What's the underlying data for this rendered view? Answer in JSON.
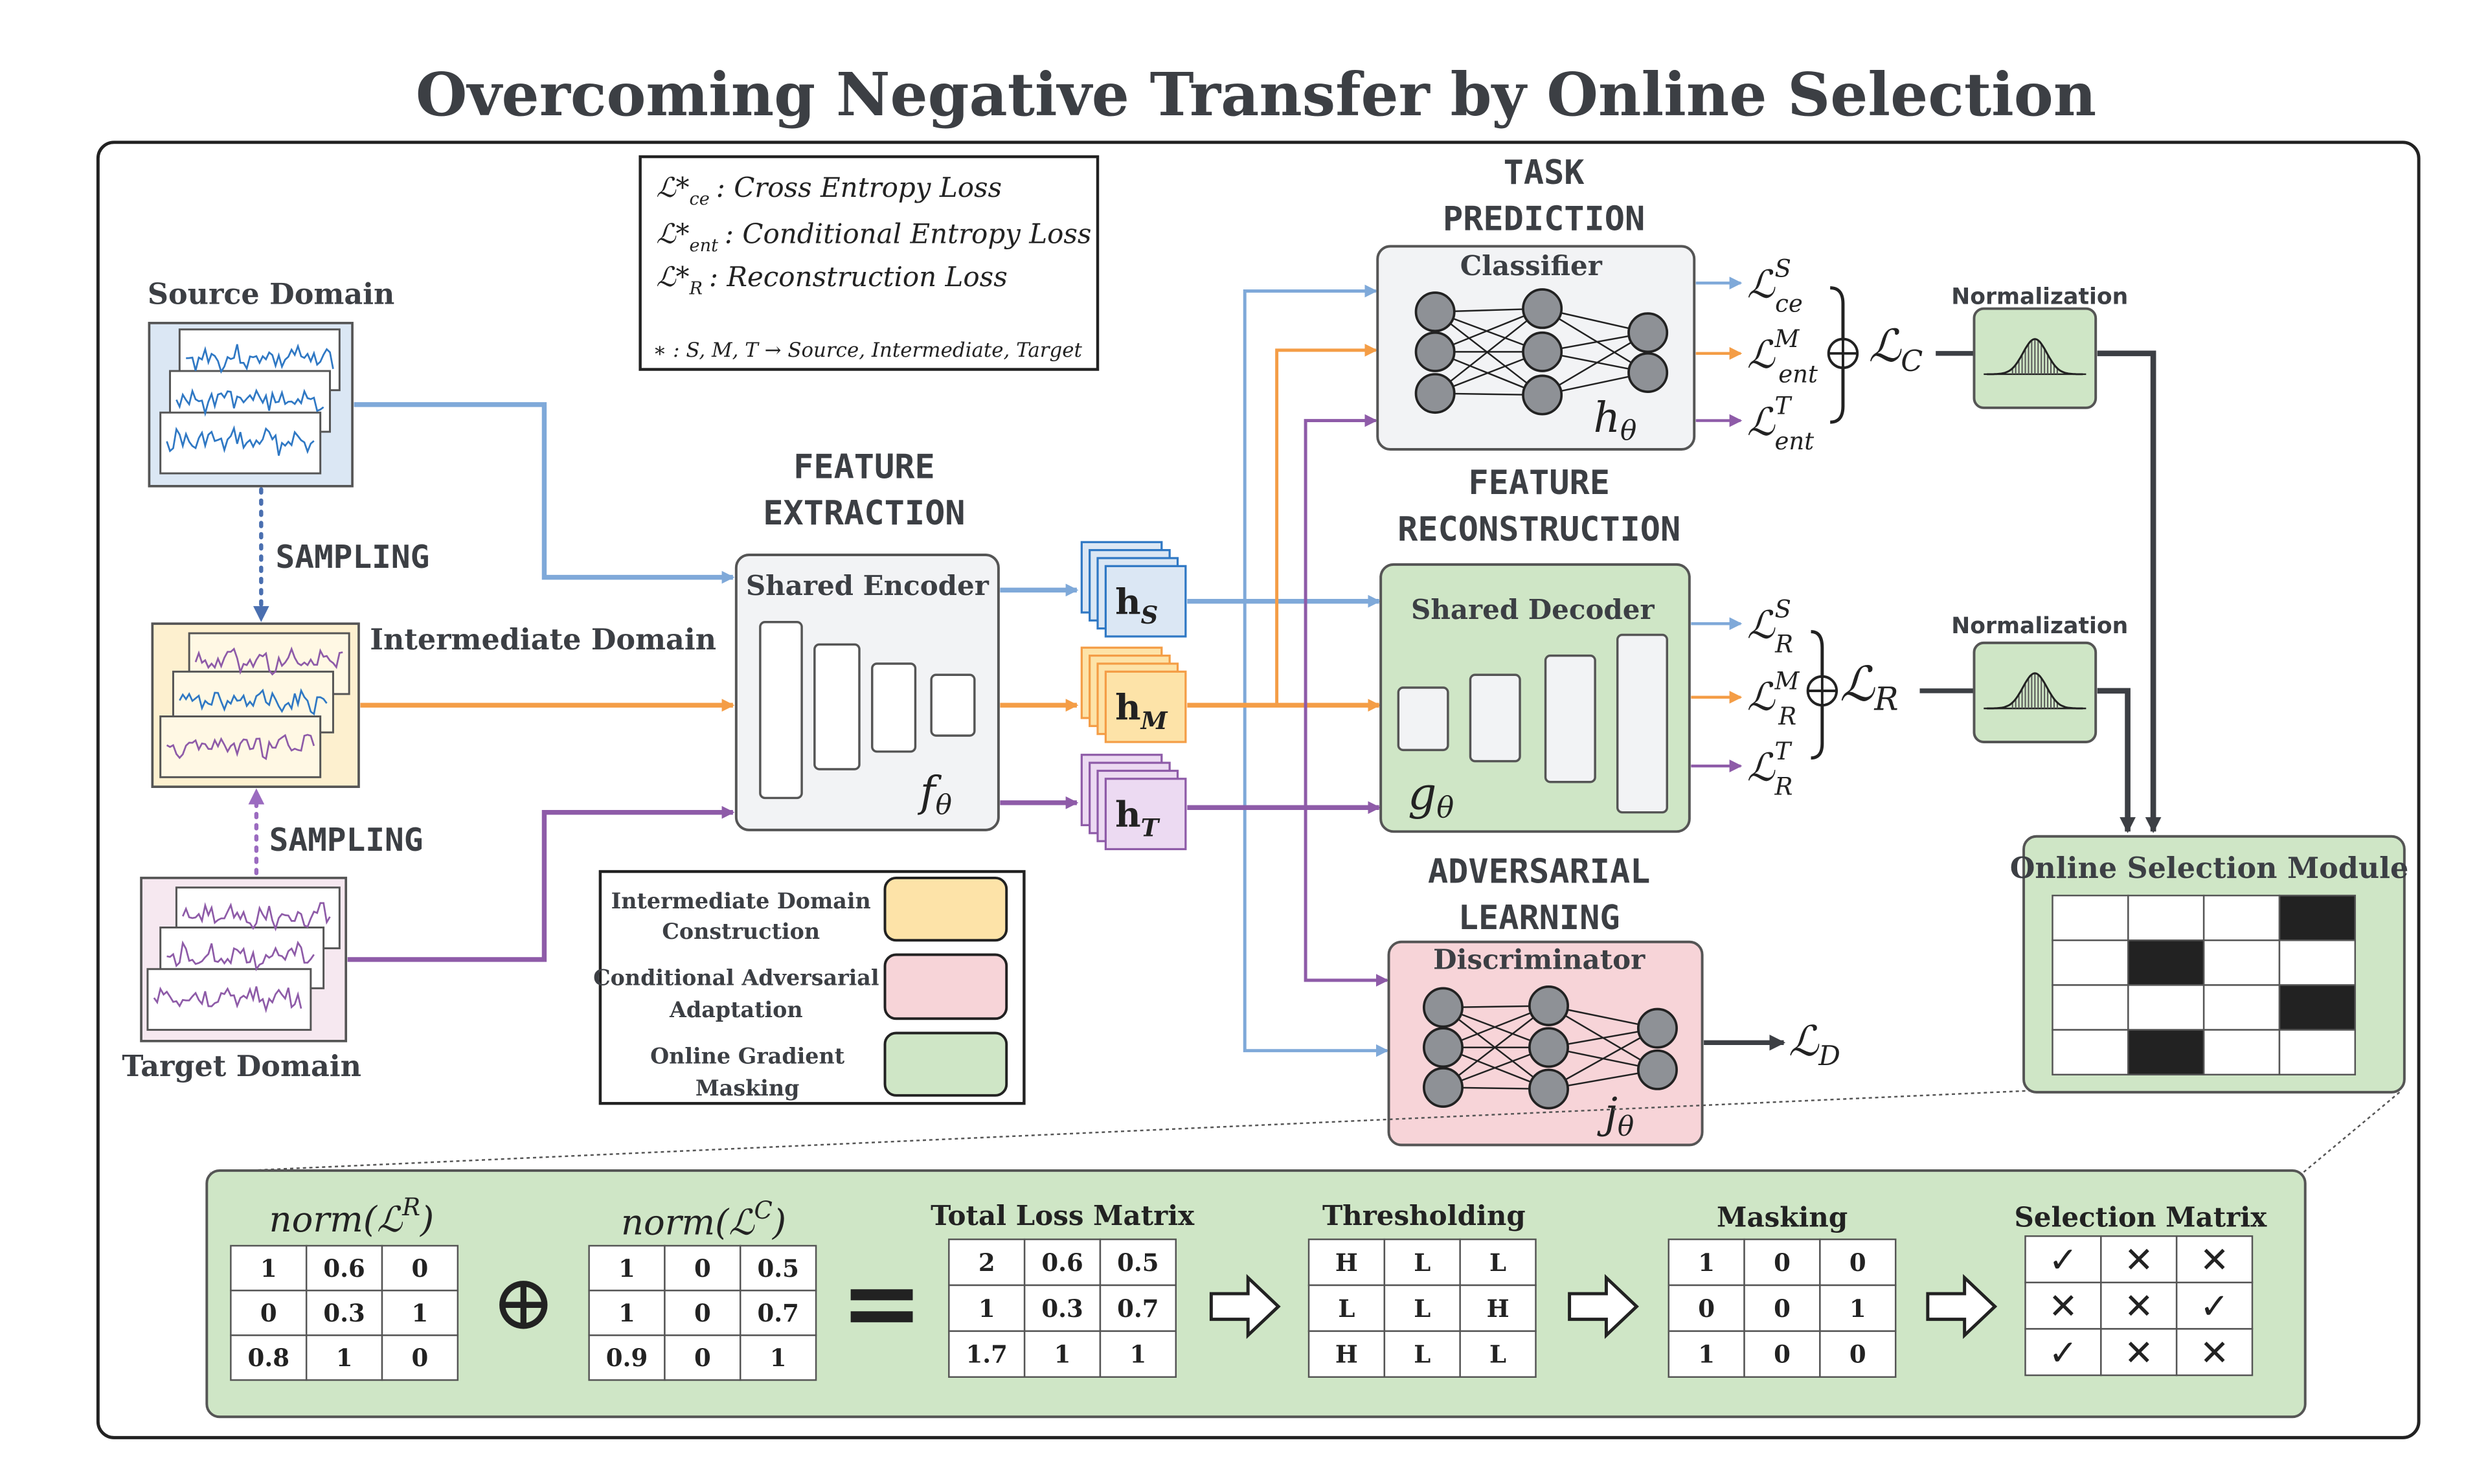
{
  "title": "Overcoming Negative Transfer by Online Selection",
  "colors": {
    "source_blue": "#7fa9d9",
    "intermediate_orange": "#f49d46",
    "target_purple": "#8e5ba8",
    "green_fill": "#cfe6c6",
    "pink_fill": "#f7d4d8",
    "yellow_fill": "#fde3a8",
    "panel_grey": "#f2f3f5",
    "dark": "#3c3f44"
  },
  "legend_losses": {
    "ce_symbol": "ℒ*",
    "ce_sub": "ce",
    "ce_text": ": Cross Entropy Loss",
    "ent_symbol": "ℒ*",
    "ent_sub": "ent",
    "ent_text": ": Conditional Entropy Loss",
    "r_symbol": "ℒ*",
    "r_sub": "R",
    "r_text": ": Reconstruction Loss",
    "footnote": "∗ : S, M, T → Source, Intermediate, Target"
  },
  "domains": {
    "source": "Source Domain",
    "intermediate": "Intermediate Domain",
    "target": "Target Domain",
    "sampling_top": "SAMPLING",
    "sampling_bottom": "SAMPLING"
  },
  "feature_extraction": {
    "header_line1": "FEATURE",
    "header_line2": "EXTRACTION",
    "encoder_label": "Shared Encoder",
    "encoder_fn": "f",
    "encoder_fn_sub": "θ"
  },
  "features": {
    "hs": "h",
    "hs_sub": "S",
    "hm": "h",
    "hm_sub": "M",
    "ht": "h",
    "ht_sub": "T"
  },
  "task_prediction": {
    "header_line1": "TASK",
    "header_line2": "PREDICTION",
    "label": "Classifier",
    "fn": "h",
    "fn_sub": "θ",
    "loss_ce": "ℒ",
    "loss_ce_sup": "S",
    "loss_ce_sub": "ce",
    "loss_ent_m": "ℒ",
    "loss_ent_m_sup": "M",
    "loss_ent_m_sub": "ent",
    "loss_ent_t": "ℒ",
    "loss_ent_t_sup": "T",
    "loss_ent_t_sub": "ent",
    "combined": "ℒ",
    "combined_sub": "C"
  },
  "feature_reconstruction": {
    "header_line1": "FEATURE",
    "header_line2": "RECONSTRUCTION",
    "label": "Shared Decoder",
    "fn": "g",
    "fn_sub": "θ",
    "loss_s": "ℒ",
    "loss_s_sup": "S",
    "loss_s_sub": "R",
    "loss_m": "ℒ",
    "loss_m_sup": "M",
    "loss_m_sub": "R",
    "loss_t": "ℒ",
    "loss_t_sup": "T",
    "loss_t_sub": "R",
    "combined": "ℒ",
    "combined_sub": "R"
  },
  "adversarial": {
    "header_line1": "ADVERSARIAL",
    "header_line2": "LEARNING",
    "label": "Discriminator",
    "fn": "j",
    "fn_sub": "θ",
    "loss": "ℒ",
    "loss_sub": "D"
  },
  "normalization_top": "Normalization",
  "normalization_bottom": "Normalization",
  "online_selection_title": "Online Selection Module",
  "selection_grid": [
    [
      0,
      0,
      0,
      1
    ],
    [
      0,
      1,
      0,
      0
    ],
    [
      0,
      0,
      0,
      1
    ],
    [
      0,
      1,
      0,
      0
    ]
  ],
  "color_legend": [
    {
      "line1": "Intermediate Domain",
      "line2": "Construction",
      "color": "#fde3a8"
    },
    {
      "line1": "Conditional Adversarial",
      "line2": "Adaptation",
      "color": "#f7d4d8"
    },
    {
      "line1": "Online  Gradient",
      "line2": "Masking",
      "color": "#cfe6c6"
    }
  ],
  "bottom": {
    "norm_r_label": "norm(ℒ",
    "norm_r_sup": "R",
    "norm_c_label": "norm(ℒ",
    "norm_c_sup": "C",
    "close_paren": ")",
    "oplus": "⊕",
    "equals": "=",
    "norm_r": [
      [
        "1",
        "0.6",
        "0"
      ],
      [
        "0",
        "0.3",
        "1"
      ],
      [
        "0.8",
        "1",
        "0"
      ]
    ],
    "norm_c": [
      [
        "1",
        "0",
        "0.5"
      ],
      [
        "1",
        "0",
        "0.7"
      ],
      [
        "0.9",
        "0",
        "1"
      ]
    ],
    "total_title": "Total Loss Matrix",
    "total": [
      [
        "2",
        "0.6",
        "0.5"
      ],
      [
        "1",
        "0.3",
        "0.7"
      ],
      [
        "1.7",
        "1",
        "1"
      ]
    ],
    "threshold_title": "Thresholding",
    "threshold": [
      [
        "H",
        "L",
        "L"
      ],
      [
        "L",
        "L",
        "H"
      ],
      [
        "H",
        "L",
        "L"
      ]
    ],
    "masking_title": "Masking",
    "masking": [
      [
        "1",
        "0",
        "0"
      ],
      [
        "0",
        "0",
        "1"
      ],
      [
        "1",
        "0",
        "0"
      ]
    ],
    "selection_title": "Selection Matrix",
    "selection": [
      [
        "✓",
        "✕",
        "✕"
      ],
      [
        "✕",
        "✕",
        "✓"
      ],
      [
        "✓",
        "✕",
        "✕"
      ]
    ]
  }
}
